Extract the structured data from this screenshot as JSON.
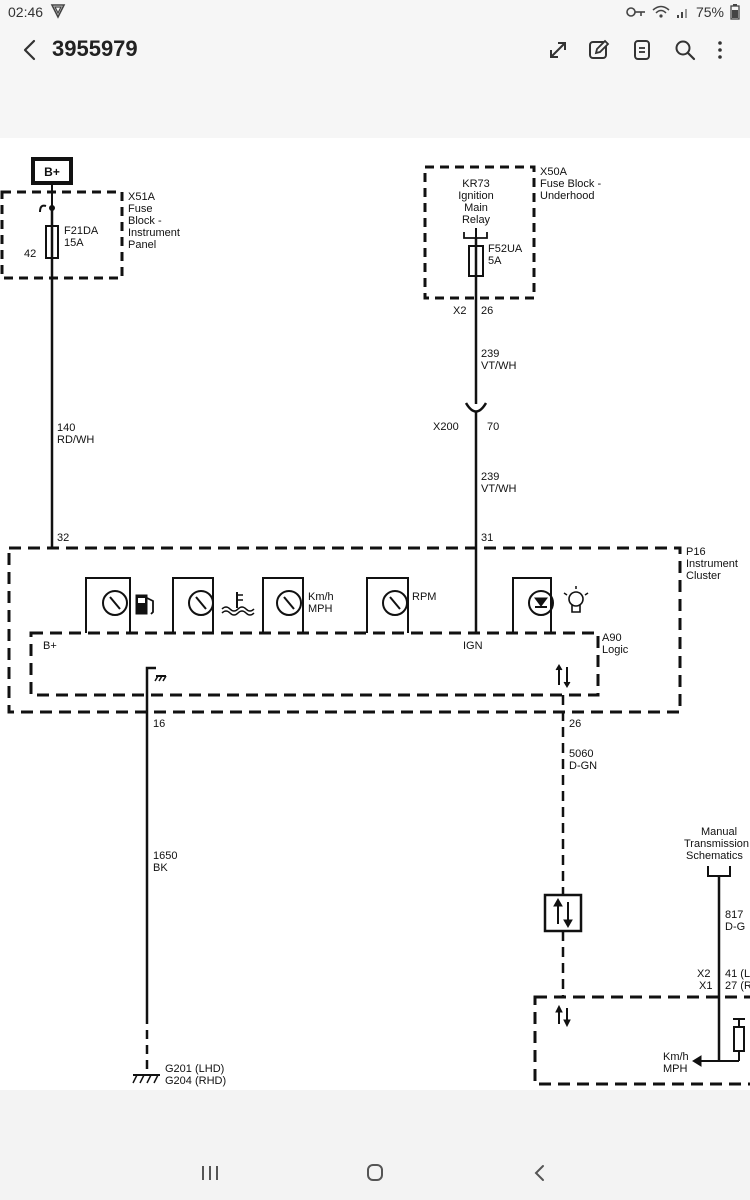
{
  "status_bar": {
    "time": "02:46",
    "battery": "75%",
    "icons": [
      "shield-icon",
      "key-icon",
      "wifi-icon",
      "signal-icon",
      "battery-icon"
    ]
  },
  "app_bar": {
    "title": "3955979",
    "actions": [
      "expand-icon",
      "edit-icon",
      "text-icon",
      "search-icon",
      "more-icon"
    ]
  },
  "diagram": {
    "battery": "B+",
    "fuse_block_ip": {
      "id": "X51A",
      "name_l1": "Fuse",
      "name_l2": "Block -",
      "name_l3": "Instrument",
      "name_l4": "Panel",
      "fuse": "F21DA",
      "fuse_rating": "15A",
      "pin": "42"
    },
    "fuse_block_uh": {
      "id": "X50A",
      "name_l1": "Fuse Block -",
      "name_l2": "Underhood",
      "relay_l1": "KR73",
      "relay_l2": "Ignition",
      "relay_l3": "Main",
      "relay_l4": "Relay",
      "fuse": "F52UA",
      "fuse_rating": "5A",
      "conn": "X2",
      "pin": "26"
    },
    "wire_239_upper": {
      "circuit": "239",
      "color": "VT/WH"
    },
    "inline_conn": {
      "id": "X200",
      "pin": "70"
    },
    "wire_239_lower": {
      "circuit": "239",
      "color": "VT/WH"
    },
    "wire_140": {
      "circuit": "140",
      "color": "RD/WH",
      "pin": "32"
    },
    "cluster": {
      "id": "P16",
      "name_l1": "Instrument",
      "name_l2": "Cluster",
      "pin_ign": "31"
    },
    "gauges": {
      "speed_l1": "Km/h",
      "speed_l2": "MPH",
      "rpm": "RPM"
    },
    "logic": {
      "id": "A90",
      "name": "Logic",
      "b_plus": "B+",
      "ign": "IGN"
    },
    "wire_1650": {
      "pin": "16",
      "circuit": "1650",
      "color": "BK"
    },
    "wire_5060": {
      "pin": "26",
      "circuit": "5060",
      "color": "D-GN"
    },
    "ground": {
      "g1": "G201 (LHD)",
      "g2": "G204 (RHD)"
    },
    "manual_trans": {
      "l1": "Manual",
      "l2": "Transmission",
      "l3": "Schematics",
      "circuit": "817",
      "color": "D-G",
      "conn_x2": "X2",
      "pin_x2": "41 (L",
      "conn_x1": "X1",
      "pin_x1": "27 (R"
    },
    "speed_output": {
      "l1": "Km/h",
      "l2": "MPH"
    }
  },
  "nav_bar": {
    "buttons": [
      "recents-button",
      "home-button",
      "back-button"
    ]
  }
}
